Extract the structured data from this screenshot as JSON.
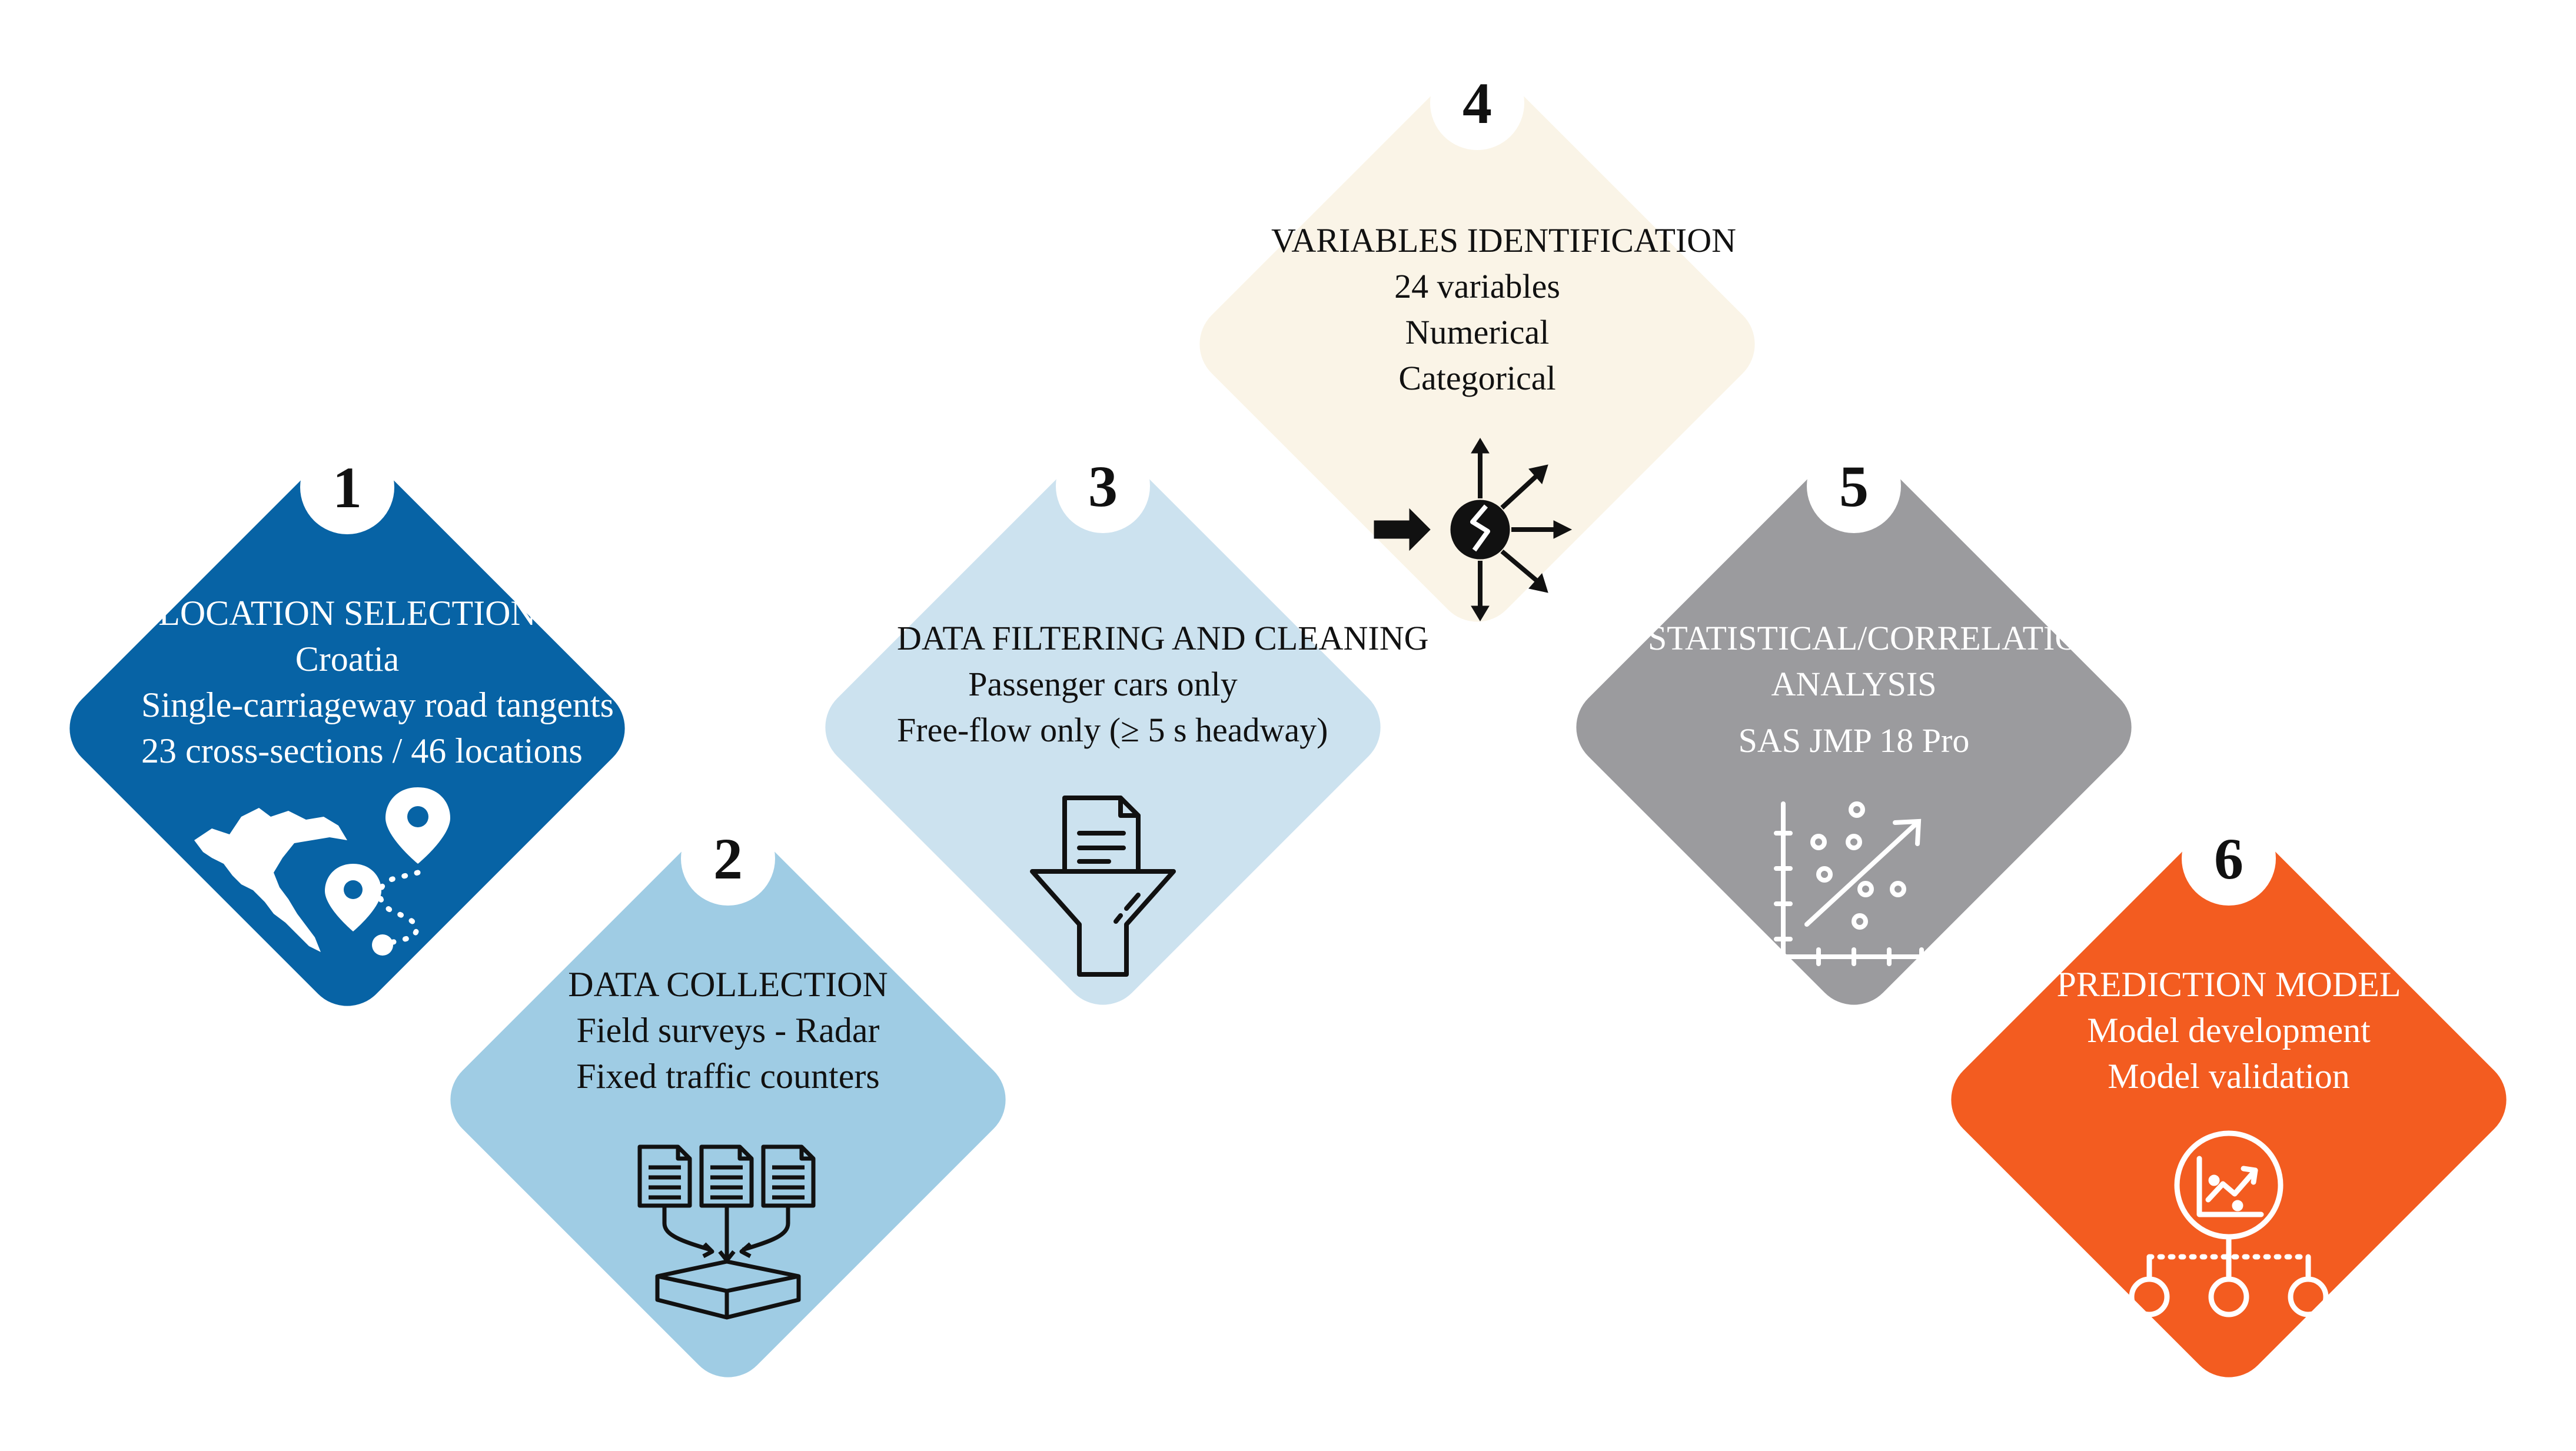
{
  "steps": [
    {
      "number": "1",
      "title": "LOCATION SELECTION",
      "lines": [
        "Croatia",
        "Single-carriageway road tangents",
        "23 cross-sections / 46 locations"
      ],
      "color": "#0763A5",
      "icon": "croatia-map-route-icon"
    },
    {
      "number": "2",
      "title": "DATA COLLECTION",
      "lines": [
        "Field surveys - Radar",
        "Fixed traffic counters"
      ],
      "color": "#9FCCE4",
      "icon": "documents-into-tray-icon"
    },
    {
      "number": "3",
      "title": "DATA FILTERING AND CLEANING",
      "lines": [
        "Passenger cars only",
        "Free-flow only (≥ 5 s headway)"
      ],
      "color": "#CCE2EF",
      "icon": "document-funnel-icon"
    },
    {
      "number": "4",
      "title": "VARIABLES IDENTIFICATION",
      "lines": [
        "24 variables",
        "Numerical",
        "Categorical"
      ],
      "color": "#FAF4E7",
      "icon": "variables-hub-arrows-icon"
    },
    {
      "number": "5",
      "title": "STATISTICAL/CORRELATION",
      "title2": "ANALYSIS",
      "lines": [
        "SAS JMP 18 Pro"
      ],
      "color": "#9B9B9E",
      "icon": "scatter-plot-icon"
    },
    {
      "number": "6",
      "title": "PREDICTION MODEL",
      "lines": [
        "Model development",
        "Model validation"
      ],
      "color": "#F35C20",
      "icon": "prediction-model-icon"
    }
  ]
}
